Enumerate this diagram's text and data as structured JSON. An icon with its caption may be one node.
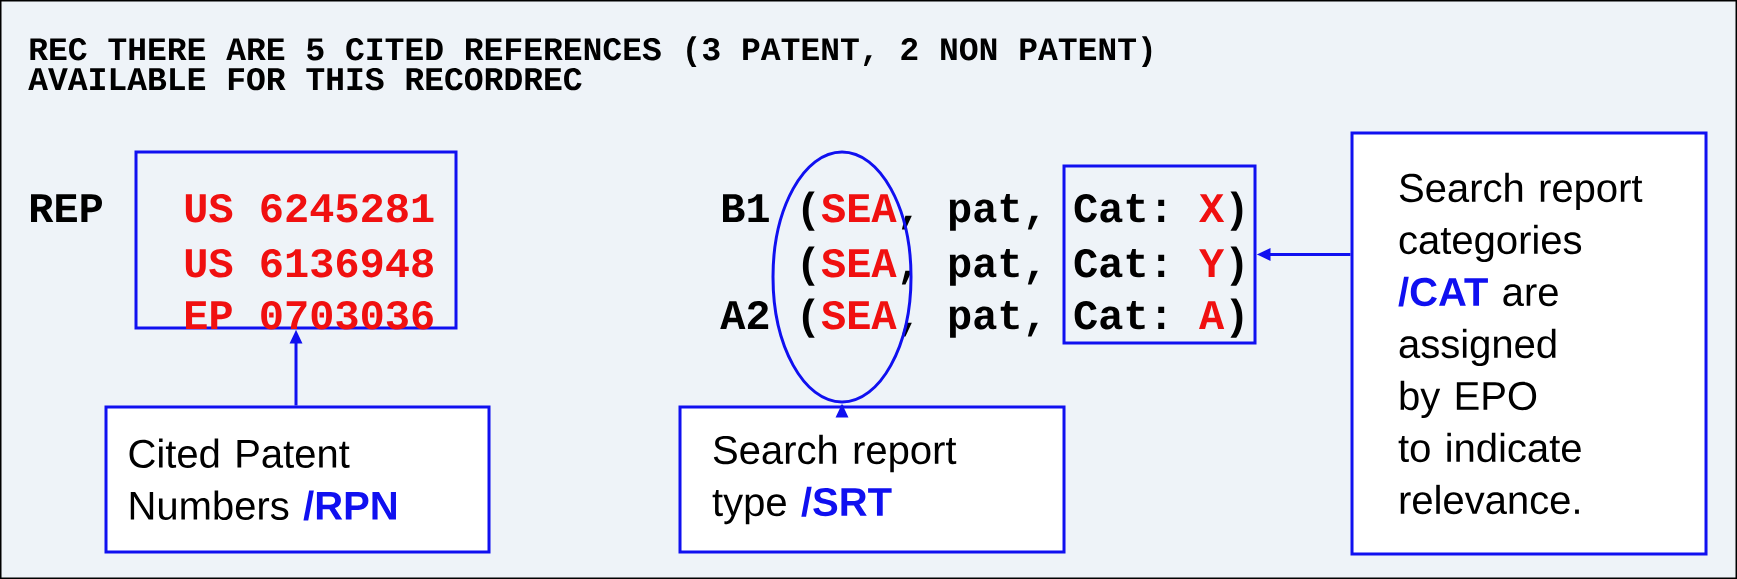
{
  "diagram": {
    "nodes": [
      {
        "text": [
          "US 6245281",
          "US 6136948",
          "EP 0703036"
        ]
      },
      {
        "text": [
          "(",
          "SEA",
          "(",
          "SEA",
          "(",
          "SEA"
        ]
      },
      {
        "text": [
          "Cat:",
          "X",
          ")",
          "Cat:",
          "Y",
          ")",
          "Cat:",
          "A",
          ")"
        ]
      },
      {
        "text": [
          "Cited Patent Numbers",
          "/RPN"
        ]
      },
      {
        "text": [
          "Search report type",
          "/SRT"
        ]
      },
      {
        "text": [
          "Search report categories",
          "/CAT",
          "are assigned by EPO to indicate relevance."
        ]
      }
    ],
    "edges": [
      {
        "from": 3,
        "to": 0,
        "arrow": "to"
      },
      {
        "from": 4,
        "to": 1,
        "arrow": "to"
      },
      {
        "from": 5,
        "to": 2,
        "arrow": "to"
      }
    ],
    "labels": [
      "REC THERE ARE 5 CITED REFERENCES (3 PATENT, 2 NON PATENT) AVAILABLE FOR THIS RECORDREC",
      "REP",
      "B1",
      ", pat,",
      ", pat,",
      "A2",
      ", pat,"
    ]
  }
}
